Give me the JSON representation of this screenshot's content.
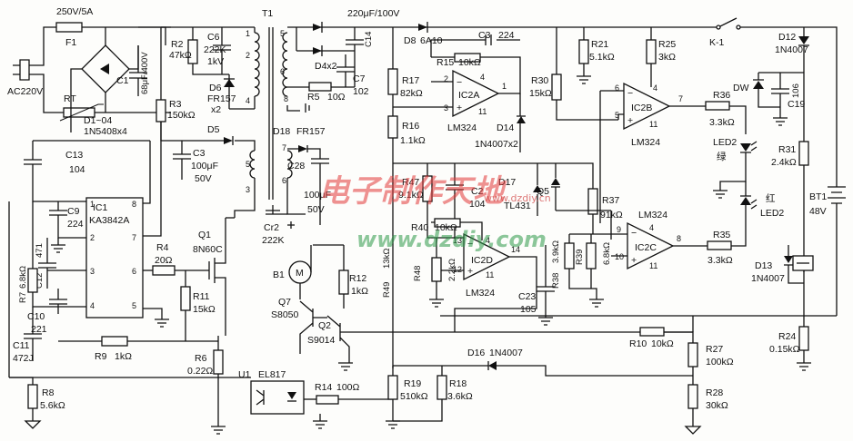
{
  "input": {
    "fuse_rating": "250V/5A",
    "fuse": "F1",
    "ac_source": "AC220V",
    "thermistor": "RT"
  },
  "bridge": {
    "name": "D1~04",
    "part": "1N5408x4"
  },
  "caps": {
    "C1": "C1",
    "C1_val": "68μF/400V",
    "C6": "C6",
    "C6_val": "222K",
    "C6_v": "1kV",
    "C13": "C13",
    "C13_val": "104",
    "C3": "C3",
    "C3_val": "100μF",
    "C3_v": "50V",
    "C9": "C9",
    "C9_val": "224",
    "C12": "C12",
    "C12_val": "471",
    "C10": "C10",
    "C10_val": "221",
    "C11": "C11",
    "C11_val": "472J",
    "C14": "C14",
    "C7": "C7",
    "C7_val": "102",
    "C28": "C28",
    "C28_val": "100μF",
    "C28_v": "50V",
    "Cr2": "Cr2",
    "Cr2_val": "222K",
    "C2": "C2",
    "C2_val": "104",
    "C23": "C23",
    "C23_val": "105",
    "C19": "C19",
    "C19_val": "106",
    "C3b": "C3",
    "C3b_val": "224",
    "out_cap": "220μF/100V"
  },
  "resistors": {
    "R2": "R2",
    "R2_val": "47kΩ",
    "R3": "R3",
    "R3_val": "150kΩ",
    "R4": "R4",
    "R4_val": "20Ω",
    "R11": "R11",
    "R11_val": "15kΩ",
    "R6": "R6",
    "R6_val": "0.22Ω",
    "R7": "R7",
    "R7_val": "6.8kΩ",
    "R8": "R8",
    "R8_val": "5.6kΩ",
    "R9": "R9",
    "R9_val": "1kΩ",
    "R5": "R5",
    "R5_val": "10Ω",
    "R12": "R12",
    "R12_val": "1kΩ",
    "R14": "R14",
    "R14_val": "100Ω",
    "R15": "R15",
    "R15_val": "10kΩ",
    "R17": "R17",
    "R17_val": "82kΩ",
    "R16": "R16",
    "R16_val": "1.1kΩ",
    "R47": "R47",
    "R47_val": "9.1kΩ",
    "R40": "R40",
    "R40_val": "10kΩ",
    "R48": "R48",
    "R48_val": "2.2kΩ",
    "R49": "R49",
    "R49_val": "13kΩ",
    "R19": "R19",
    "R19_val": "510kΩ",
    "R18": "R18",
    "R18_val": "3.6kΩ",
    "R21": "R21",
    "R21_val": "5.1kΩ",
    "R30": "R30",
    "R30_val": "15kΩ",
    "R25": "R25",
    "R25_val": "3kΩ",
    "R36": "R36",
    "R36_val": "3.3kΩ",
    "R37": "R37",
    "R37_val": "91kΩ",
    "R38": "R38",
    "R38_val": "3.9kΩ",
    "R39": "R39",
    "R39_val": "6.8kΩ",
    "R35": "R35",
    "R35_val": "3.3kΩ",
    "R31": "R31",
    "R31_val": "2.4kΩ",
    "R10": "R10",
    "R10_val": "10kΩ",
    "R27": "R27",
    "R27_val": "100kΩ",
    "R28": "R28",
    "R28_val": "30kΩ",
    "R24": "R24",
    "R24_val": "0.15kΩ"
  },
  "diodes": {
    "D5": "D5",
    "D6": "D6",
    "D6_part": "FR157",
    "D6_x": "x2",
    "D18": "D18",
    "D18_part": "FR157",
    "D4": "D4x2",
    "D8": "D8",
    "D8_part": "6A10",
    "D14": "D14",
    "D14_part": "1N4007x2",
    "D17": "D17",
    "D16": "D16",
    "D16_part": "1N4007",
    "D12": "D12",
    "D12_part": "1N4007",
    "D13": "D13",
    "D13_part": "1N4007",
    "DW": "DW"
  },
  "ics": {
    "IC1": "IC1",
    "IC1_part": "KA3842A",
    "IC2A": "IC2A",
    "IC2B": "IC2B",
    "IC2C": "IC2C",
    "IC2D": "IC2D",
    "lm324": "LM324",
    "Q5": "Q5",
    "TL431": "TL431",
    "U1": "U1",
    "U1_part": "EL817"
  },
  "transistors": {
    "Q1": "Q1",
    "Q1_part": "8N60C",
    "Q7": "Q7",
    "Q7_part": "S8050",
    "Q2": "Q2",
    "Q2_part": "S9014"
  },
  "misc": {
    "T1": "T1",
    "B1": "B1",
    "motor": "M",
    "K1": "K-1",
    "BT1": "BT1",
    "BT1_val": "48V",
    "LED1": "LED2",
    "LED1_color": "绿",
    "LED2": "LED2",
    "LED2_color": "红"
  },
  "watermark": {
    "title": "电子制作天地",
    "url": "www.dzdiy.com",
    "small": "www.dzdiy.cn"
  },
  "colors": {
    "ink": "#111111",
    "paper": "#fdfdfb",
    "watermark_red": "#e23a3a",
    "watermark_green": "#2f9a4a"
  }
}
